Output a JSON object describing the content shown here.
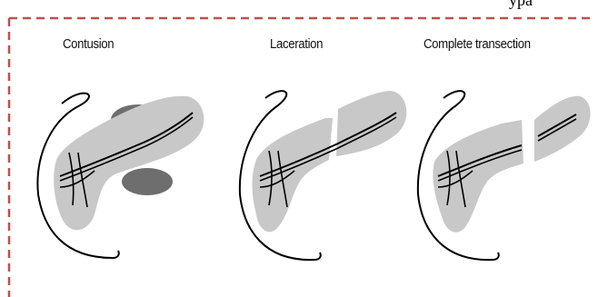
{
  "header": {
    "cropped_text": "ypa"
  },
  "panels": [
    {
      "label": "Contusion"
    },
    {
      "label": "Laceration"
    },
    {
      "label": "Complete transection"
    }
  ],
  "colors": {
    "border_dashed": "#c0504d",
    "organ_fill": "#c8c8c8",
    "contusion_fill": "#6e6e6e",
    "outline": "#000000"
  }
}
